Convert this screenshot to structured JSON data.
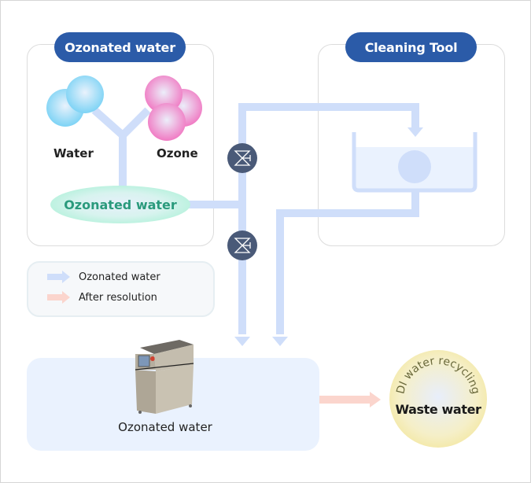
{
  "left_panel": {
    "title": "Ozonated water",
    "water_label": "Water",
    "ozone_label": "Ozone",
    "output_label": "Ozonated water"
  },
  "right_panel": {
    "title": "Cleaning Tool"
  },
  "legend": {
    "items": [
      {
        "label": "Ozonated water",
        "color": "#cfdefa"
      },
      {
        "label": "After resolution",
        "color": "#fbd5cd"
      }
    ]
  },
  "equipment": {
    "caption": "Ozonated water"
  },
  "waste": {
    "arc_text": "DI water recycling",
    "title": "Waste water"
  },
  "colors": {
    "pill": "#2b5ba8",
    "pipe": "#cfdefa",
    "valve": "#4a5a78",
    "after_resolution": "#fbd5cd",
    "water_molecule": "#7fd4f6",
    "ozone_molecule": "#f07cc4",
    "ozonated_text": "#2a9a7c"
  },
  "icons": {
    "valve": "valve-icon",
    "arrow": "arrow-down-icon"
  }
}
